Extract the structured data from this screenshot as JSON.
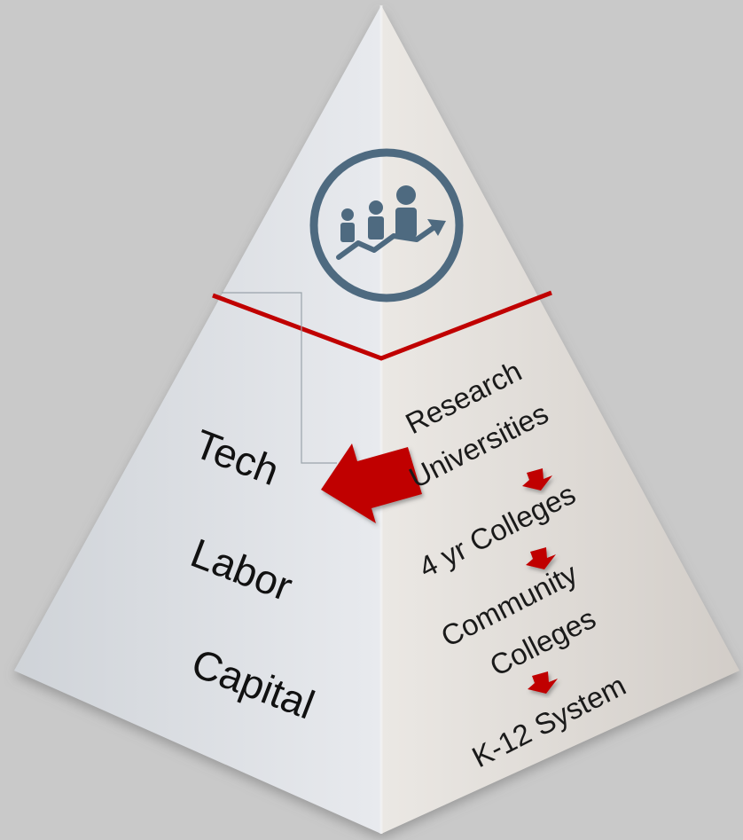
{
  "left_face": {
    "items": [
      "Tech",
      "Labor",
      "Capital"
    ]
  },
  "right_face": {
    "research": "Research",
    "universities": "Universities",
    "four_year": "4 yr Colleges",
    "community": "Community",
    "colleges": "Colleges",
    "k12": "K-12 System"
  },
  "colors": {
    "background": "#c9c9c9",
    "accent_red": "#c00000",
    "icon_stroke": "#4e6a80"
  },
  "icons": {
    "apex": "people-growth-icon",
    "flow": "down-arrow-icon",
    "pointer": "left-arrow-icon"
  }
}
